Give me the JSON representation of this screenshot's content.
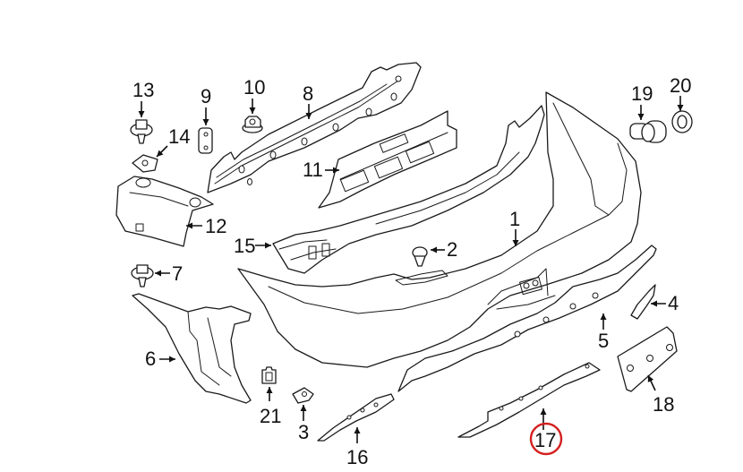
{
  "diagram": {
    "title": "Rear bumper components",
    "highlight_color": "#d42020",
    "highlighted_callout": "17",
    "callouts": [
      {
        "id": "1",
        "label": "1",
        "part": "bumper-cover"
      },
      {
        "id": "2",
        "label": "2",
        "part": "push-clip"
      },
      {
        "id": "3",
        "label": "3",
        "part": "u-nut"
      },
      {
        "id": "4",
        "label": "4",
        "part": "side-trim-piece"
      },
      {
        "id": "5",
        "label": "5",
        "part": "lower-valance"
      },
      {
        "id": "6",
        "label": "6",
        "part": "side-bracket"
      },
      {
        "id": "7",
        "label": "7",
        "part": "bolt"
      },
      {
        "id": "8",
        "label": "8",
        "part": "reinforcement-bar"
      },
      {
        "id": "9",
        "label": "9",
        "part": "plate"
      },
      {
        "id": "10",
        "label": "10",
        "part": "flange-nut"
      },
      {
        "id": "11",
        "label": "11",
        "part": "energy-absorber"
      },
      {
        "id": "12",
        "label": "12",
        "part": "corner-bracket"
      },
      {
        "id": "13",
        "label": "13",
        "part": "bolt"
      },
      {
        "id": "14",
        "label": "14",
        "part": "clip-nut"
      },
      {
        "id": "15",
        "label": "15",
        "part": "upper-retainer"
      },
      {
        "id": "16",
        "label": "16",
        "part": "lower-bracket"
      },
      {
        "id": "17",
        "label": "17",
        "part": "lower-shield"
      },
      {
        "id": "18",
        "label": "18",
        "part": "license-plate-bracket"
      },
      {
        "id": "19",
        "label": "19",
        "part": "park-sensor"
      },
      {
        "id": "20",
        "label": "20",
        "part": "sensor-ring"
      },
      {
        "id": "21",
        "label": "21",
        "part": "retainer-clip"
      }
    ]
  }
}
